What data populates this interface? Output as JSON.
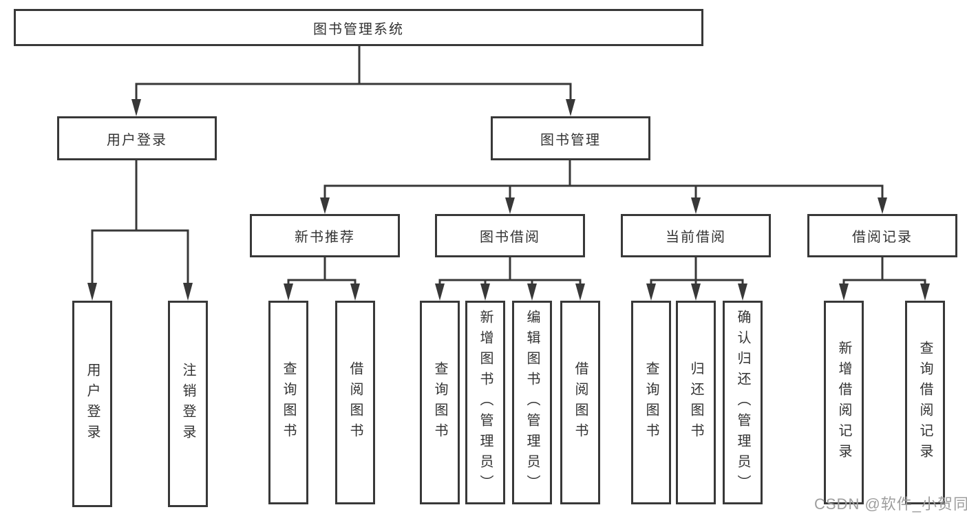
{
  "diagram": {
    "root": "图书管理系统",
    "branches": [
      {
        "label": "用户登录",
        "children": [
          "用户登录",
          "注销登录"
        ]
      },
      {
        "label": "图书管理",
        "modules": [
          {
            "label": "新书推荐",
            "children": [
              "查询图书",
              "借阅图书"
            ]
          },
          {
            "label": "图书借阅",
            "children": [
              "查询图书",
              "新增图书（管理员）",
              "编辑图书（管理员）",
              "借阅图书"
            ]
          },
          {
            "label": "当前借阅",
            "children": [
              "查询图书",
              "归还图书",
              "确认归还（管理员）"
            ]
          },
          {
            "label": "借阅记录",
            "children": [
              "新增借阅记录",
              "查询借阅记录"
            ]
          }
        ]
      }
    ]
  },
  "watermark": "CSDN @软件_小贺同学",
  "colors": {
    "line": "#383838",
    "text": "#333333",
    "watermark": "#9e9e9e",
    "background": "#ffffff"
  }
}
